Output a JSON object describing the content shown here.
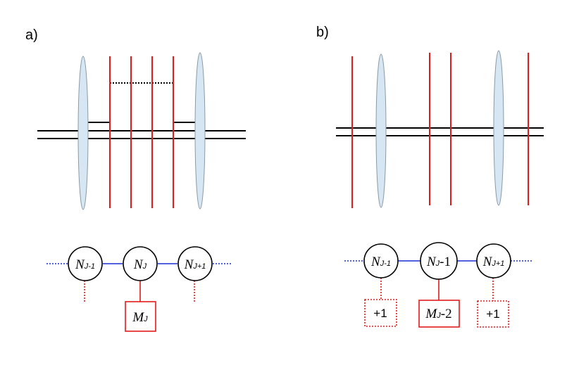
{
  "colors": {
    "brane": "#d6e6f2",
    "brane_stroke": "#8a9aa8",
    "red": "#e31b1b",
    "blue": "#1a2fd6",
    "black": "#000000"
  },
  "panel_a": {
    "label": "a)",
    "nodes": [
      {
        "main": "N",
        "sub": "J-1",
        "suffix": ""
      },
      {
        "main": "N",
        "sub": "J",
        "suffix": ""
      },
      {
        "main": "N",
        "sub": "J+1",
        "suffix": ""
      }
    ],
    "flavor_box": {
      "main": "M",
      "sub": "J",
      "suffix": ""
    }
  },
  "panel_b": {
    "label": "b)",
    "nodes": [
      {
        "main": "N",
        "sub": "J-1",
        "suffix": ""
      },
      {
        "main": "N",
        "sub": "J",
        "suffix": "-1"
      },
      {
        "main": "N",
        "sub": "J+1",
        "suffix": ""
      }
    ],
    "flavor_boxes": [
      {
        "text": "+1"
      },
      {
        "main": "M",
        "sub": "J",
        "suffix": "-2"
      },
      {
        "text": "+1"
      }
    ]
  }
}
